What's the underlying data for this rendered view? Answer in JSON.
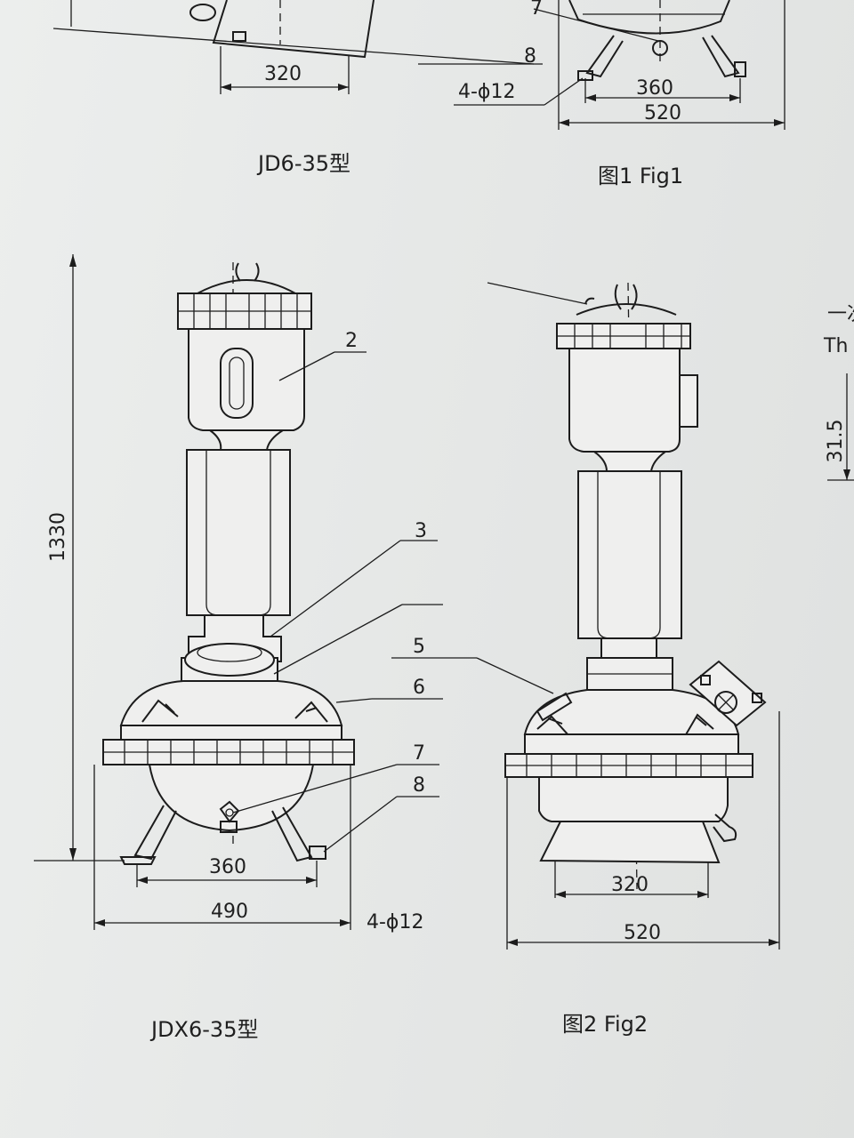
{
  "top_left": {
    "dim_320": "320",
    "label_8": "8",
    "caption": "JD6-35型"
  },
  "top_right": {
    "label_7": "7",
    "hole_note": "4-ϕ12",
    "dim_360": "360",
    "dim_520": "520",
    "caption": "图1 Fig1"
  },
  "left_view": {
    "height_1330": "1330",
    "label_2": "2",
    "label_3": "3",
    "label_6": "6",
    "label_7": "7",
    "label_8": "8",
    "dim_360": "360",
    "dim_490": "490",
    "hole_note": "4-ϕ12",
    "caption": "JDX6-35型"
  },
  "right_view": {
    "label_5": "5",
    "dim_320": "320",
    "dim_520": "520",
    "caption": "图2 Fig2"
  },
  "edge_text": {
    "chinese_fragment": "一次",
    "english_fragment": "Th",
    "dim_31_5": "31.5"
  }
}
